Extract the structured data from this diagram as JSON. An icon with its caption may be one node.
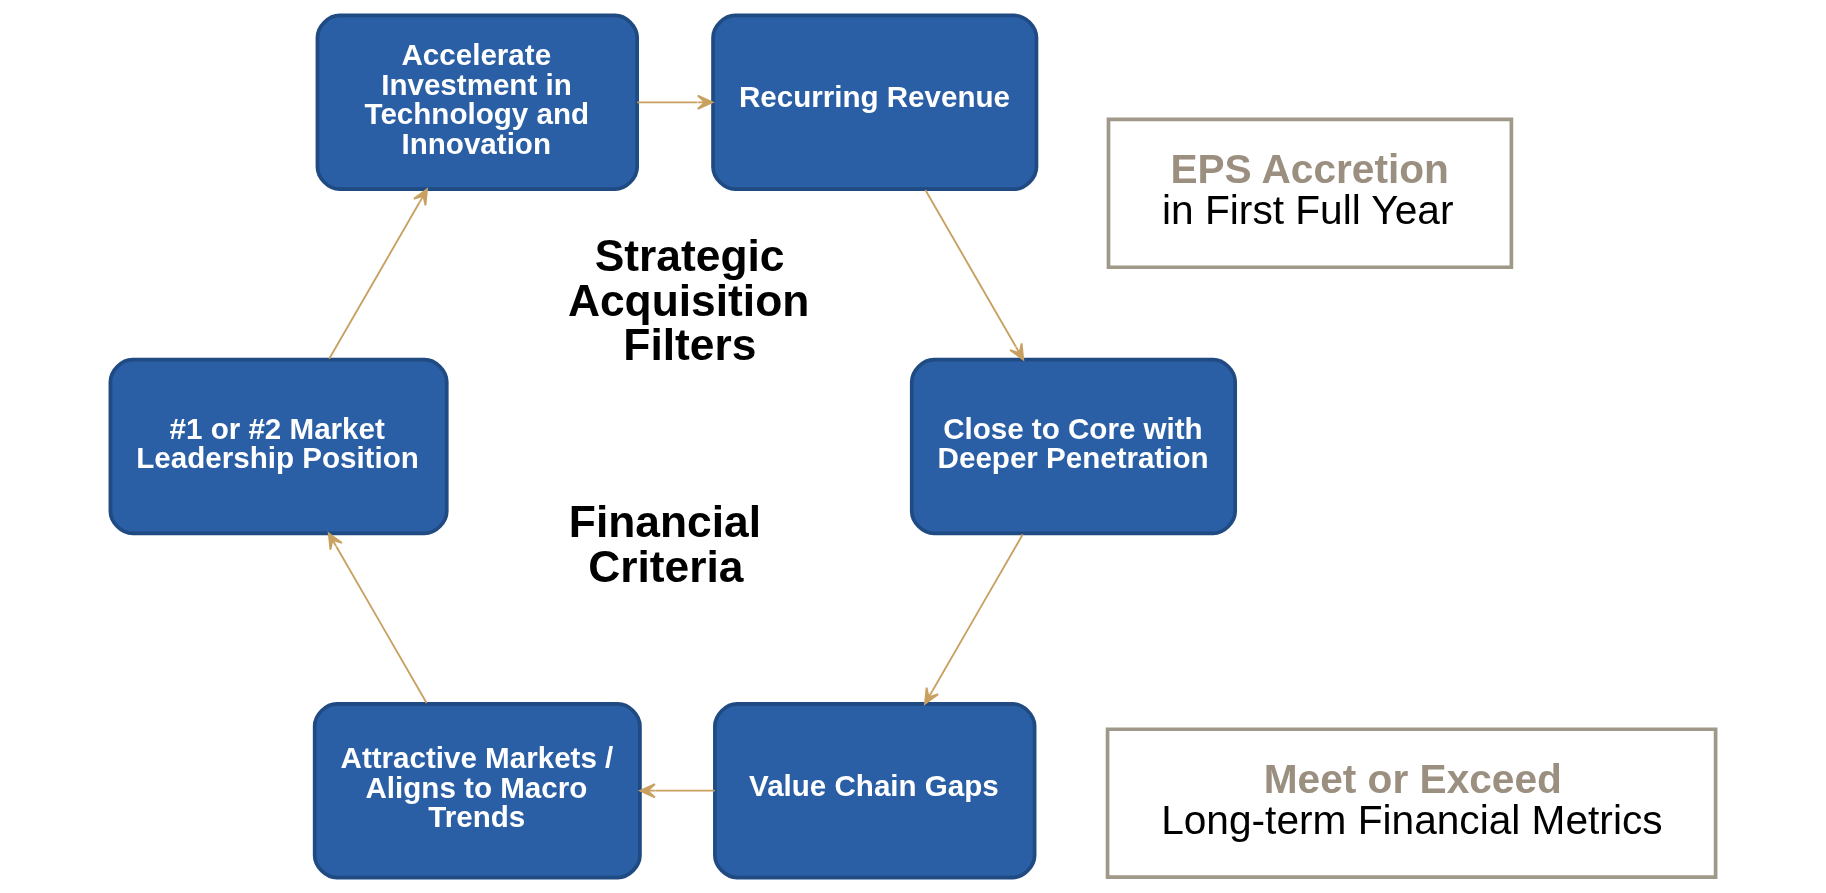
{
  "diagram": {
    "nodes": [
      {
        "text": [
          "Value Chain Gaps"
        ]
      },
      {
        "text": [
          "Attractive Markets / Aligns to Macro Trends"
        ]
      },
      {
        "text": [
          "#1 or #2 Market Leadership Position"
        ]
      },
      {
        "text": [
          "Accelerate Investment in Technology and Innovation"
        ]
      },
      {
        "text": [
          "Recurring Revenue"
        ]
      },
      {
        "text": [
          "Close to Core with Deeper Penetration"
        ]
      },
      {
        "text": [
          "EPS Accretion",
          "in First Full Year"
        ]
      },
      {
        "text": [
          "Meet or Exceed",
          "Long-term Financial Metrics"
        ]
      }
    ],
    "edges": [
      {
        "from": 0,
        "to": 1,
        "arrow": "to"
      },
      {
        "from": 1,
        "to": 2,
        "arrow": "to"
      },
      {
        "from": 2,
        "to": 3,
        "arrow": "to"
      },
      {
        "from": 3,
        "to": 4,
        "arrow": "to"
      },
      {
        "from": 4,
        "to": 5,
        "arrow": "to"
      },
      {
        "from": 5,
        "to": 0,
        "arrow": "to"
      }
    ],
    "labels": [
      "Strategic Acquisition Filters",
      "Financial Criteria"
    ]
  }
}
